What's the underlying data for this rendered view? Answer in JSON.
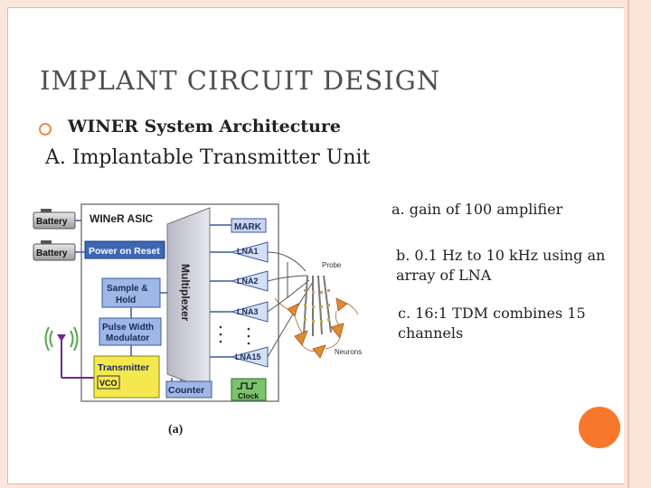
{
  "slide": {
    "title": "IMPLANT  CIRCUIT DESIGN",
    "bullet": "WINER System Architecture",
    "subheading": "A. Implantable Transmitter Unit",
    "notes": {
      "a": "a. gain of 100 amplifier",
      "b": "b. 0.1 Hz to 10 kHz using an array  of  LNA",
      "c": "c. 16:1 TDM combines 15 channels"
    },
    "colors": {
      "accent": "#f7782a",
      "frame": "#fbe6dc",
      "title": "#4f4f4f"
    }
  },
  "diagram": {
    "battery1": "Battery",
    "battery2": "Battery",
    "asic": "WINeR ASIC",
    "power_on_reset": "Power on Reset",
    "sample_hold_1": "Sample &",
    "sample_hold_2": "Hold",
    "pwm_1": "Pulse Width",
    "pwm_2": "Modulator",
    "transmitter": "Transmitter",
    "vco": "VCO",
    "counter": "Counter",
    "clock": "Clock",
    "multiplexer": "Multiplexer",
    "mark": "MARK",
    "lna1": "LNA1",
    "lna2": "LNA2",
    "lna3": "LNA3",
    "lna15": "LNA15",
    "probe": "Probe",
    "neurons": "Neurons",
    "caption": "(a)",
    "antenna_icon": "antenna-icon",
    "clock_icon": "square-wave-icon"
  }
}
